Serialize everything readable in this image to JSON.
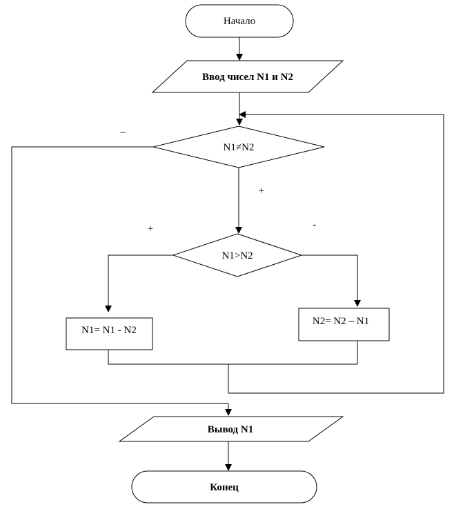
{
  "nodes": {
    "start": "Начало",
    "input": "Ввод чисел N1 и N2",
    "cond_ne": "N1≠N2",
    "cond_gt": "N1>N2",
    "proc_left": "N1= N1 - N2",
    "proc_right": "N2= N2 – N1",
    "output": "Вывод N1",
    "end": "Конец"
  },
  "branch_labels": {
    "ne_no": "–",
    "ne_yes": "+",
    "gt_yes": "+",
    "gt_no": "-"
  }
}
